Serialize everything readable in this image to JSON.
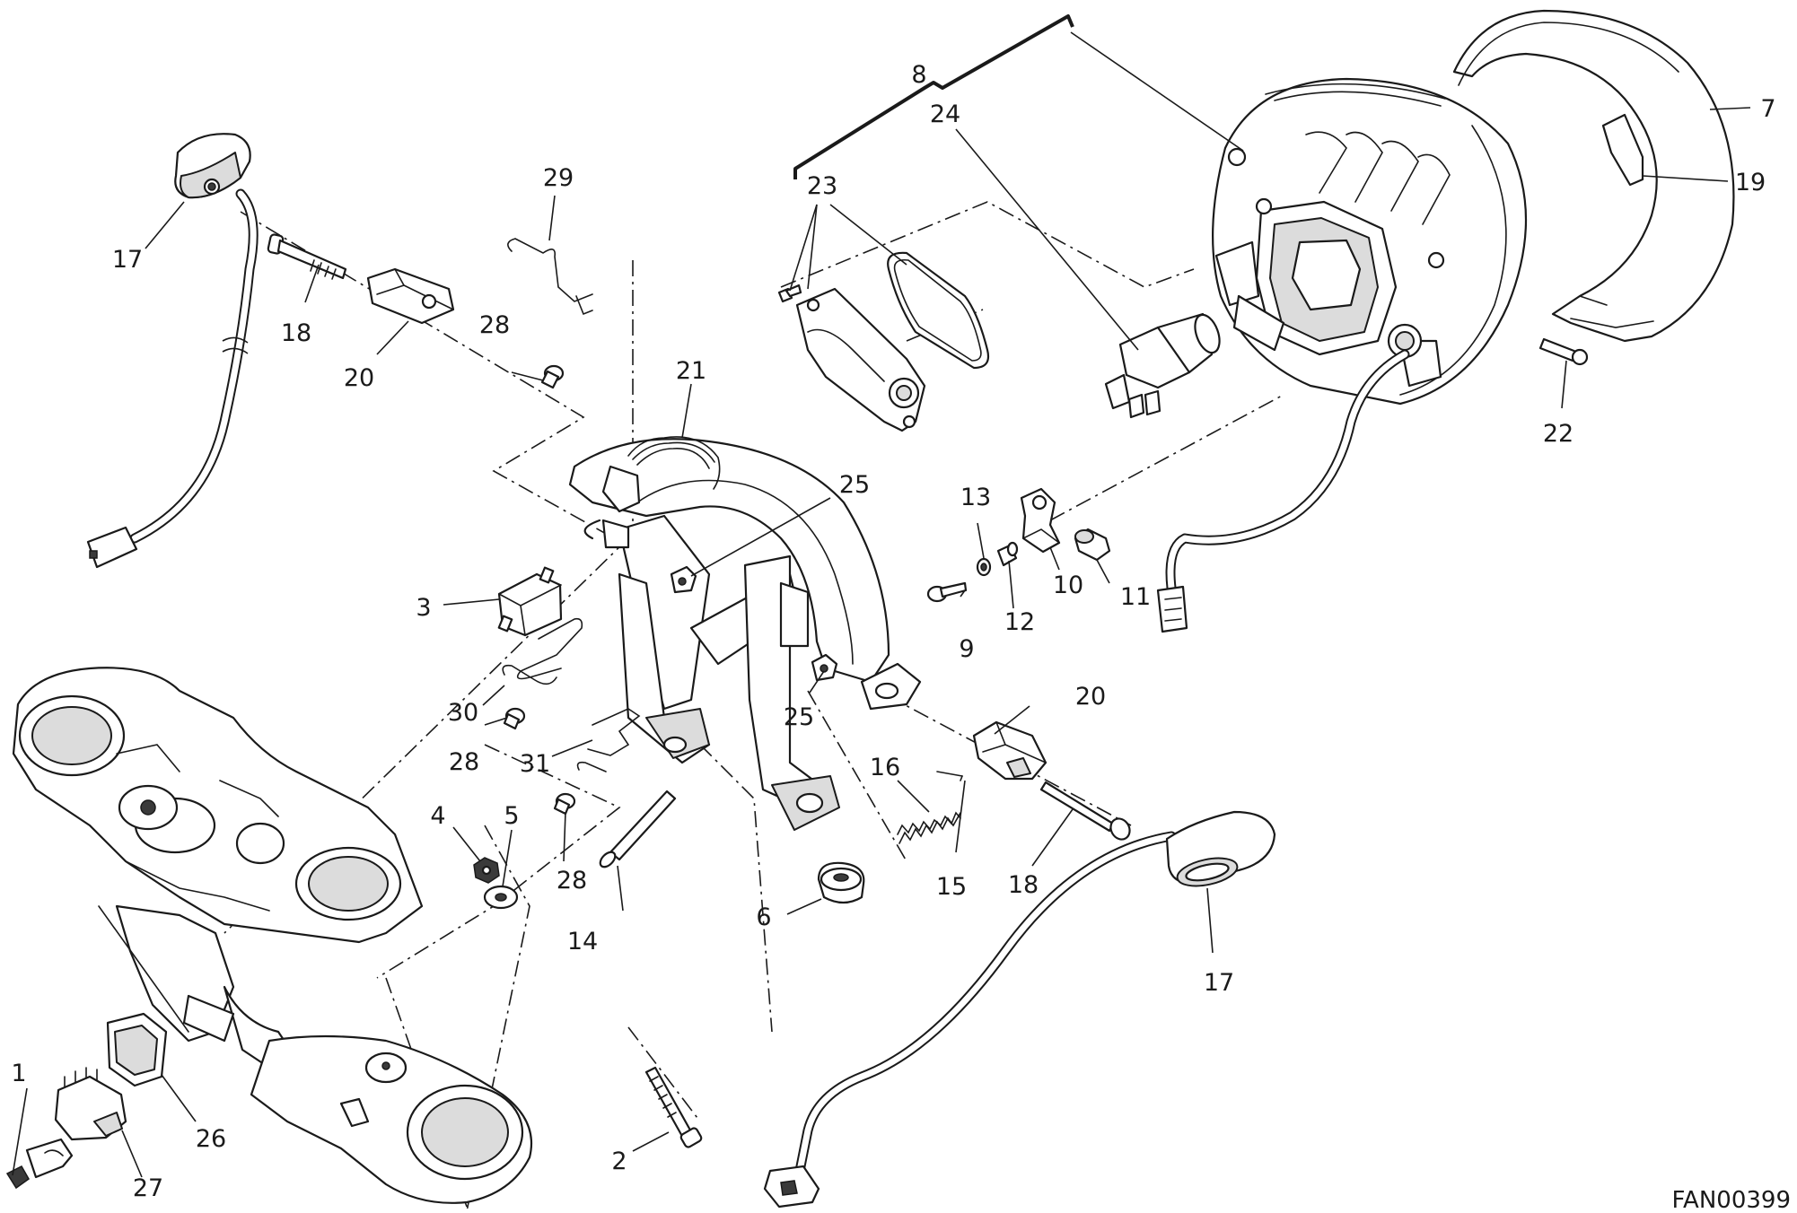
{
  "drawing_code": "FAN00399",
  "callouts": [
    {
      "id": "c1",
      "text": "1"
    },
    {
      "id": "c2",
      "text": "2"
    },
    {
      "id": "c3",
      "text": "3"
    },
    {
      "id": "c4",
      "text": "4"
    },
    {
      "id": "c5",
      "text": "5"
    },
    {
      "id": "c6",
      "text": "6"
    },
    {
      "id": "c7",
      "text": "7"
    },
    {
      "id": "c8",
      "text": "8"
    },
    {
      "id": "c9",
      "text": "9"
    },
    {
      "id": "c10",
      "text": "10"
    },
    {
      "id": "c11",
      "text": "11"
    },
    {
      "id": "c12",
      "text": "12"
    },
    {
      "id": "c13",
      "text": "13"
    },
    {
      "id": "c14",
      "text": "14"
    },
    {
      "id": "c15",
      "text": "15"
    },
    {
      "id": "c16",
      "text": "16"
    },
    {
      "id": "c17a",
      "text": "17"
    },
    {
      "id": "c17b",
      "text": "17"
    },
    {
      "id": "c18a",
      "text": "18"
    },
    {
      "id": "c18b",
      "text": "18"
    },
    {
      "id": "c19",
      "text": "19"
    },
    {
      "id": "c20a",
      "text": "20"
    },
    {
      "id": "c20b",
      "text": "20"
    },
    {
      "id": "c21",
      "text": "21"
    },
    {
      "id": "c22",
      "text": "22"
    },
    {
      "id": "c23",
      "text": "23"
    },
    {
      "id": "c24",
      "text": "24"
    },
    {
      "id": "c25a",
      "text": "25"
    },
    {
      "id": "c25b",
      "text": "25"
    },
    {
      "id": "c26",
      "text": "26"
    },
    {
      "id": "c27",
      "text": "27"
    },
    {
      "id": "c28a",
      "text": "28"
    },
    {
      "id": "c28b",
      "text": "28"
    },
    {
      "id": "c28c",
      "text": "28"
    },
    {
      "id": "c29",
      "text": "29"
    },
    {
      "id": "c30",
      "text": "30"
    },
    {
      "id": "c31",
      "text": "31"
    }
  ]
}
